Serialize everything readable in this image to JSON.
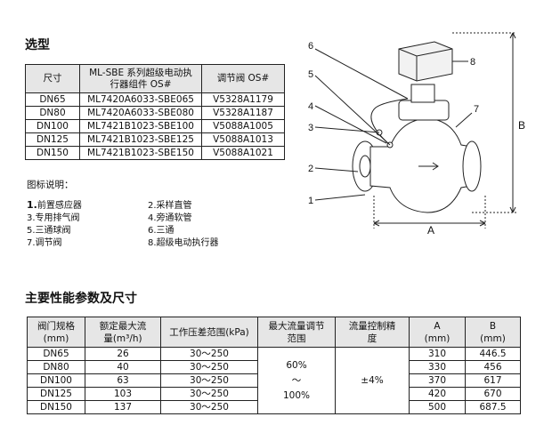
{
  "selection": {
    "title": "选型",
    "headers": [
      "尺寸",
      "ML-SBE 系列超级电动执行器组件 OS#",
      "调节阀 OS#"
    ],
    "header_line1": "ML-SBE 系列超级电动执",
    "header_line2": "行器组件 OS#",
    "rows": [
      [
        "DN65",
        "ML7420A6033-SBE065",
        "V5328A1179"
      ],
      [
        "DN80",
        "ML7420A6033-SBE080",
        "V5328A1187"
      ],
      [
        "DN100",
        "ML7421B1023-SBE100",
        "V5088A1005"
      ],
      [
        "DN125",
        "ML7421B1023-SBE125",
        "V5088A1013"
      ],
      [
        "DN150",
        "ML7421B1023-SBE150",
        "V5088A1021"
      ]
    ]
  },
  "legend": {
    "title": "图标说明：",
    "items": [
      {
        "num": "1.",
        "text": "前置感应器"
      },
      {
        "num": "2.",
        "text": "采样直管"
      },
      {
        "num": "3.",
        "text": "专用排气阀"
      },
      {
        "num": "4.",
        "text": "旁通软管"
      },
      {
        "num": "5.",
        "text": "三通球阀"
      },
      {
        "num": "6.",
        "text": "三通"
      },
      {
        "num": "7.",
        "text": "调节阀"
      },
      {
        "num": "8.",
        "text": "超级电动执行器"
      }
    ]
  },
  "diagram": {
    "callouts": [
      "1",
      "2",
      "3",
      "4",
      "5",
      "6",
      "7",
      "8"
    ],
    "dim_a": "A",
    "dim_b": "B"
  },
  "performance": {
    "title": "主要性能参数及尺寸",
    "headers": {
      "c1": [
        "阀门规格",
        "(mm)"
      ],
      "c2": [
        "额定最大流",
        "量(m³/h)"
      ],
      "c3": "工作压差范围(kPa)",
      "c4": [
        "最大流量调节",
        "范围"
      ],
      "c5": [
        "流量控制精",
        "度"
      ],
      "c6": [
        "A",
        "(mm)"
      ],
      "c7": [
        "B",
        "(mm)"
      ]
    },
    "rows": [
      {
        "size": "DN65",
        "flow": "26",
        "dp": "30～250",
        "a": "310",
        "b": "446.5"
      },
      {
        "size": "DN80",
        "flow": "40",
        "dp": "30～250",
        "a": "330",
        "b": "456"
      },
      {
        "size": "DN100",
        "flow": "63",
        "dp": "30～250",
        "a": "370",
        "b": "617"
      },
      {
        "size": "DN125",
        "flow": "103",
        "dp": "30～250",
        "a": "420",
        "b": "670"
      },
      {
        "size": "DN150",
        "flow": "137",
        "dp": "30～250",
        "a": "500",
        "b": "687.5"
      }
    ],
    "range": [
      "60%",
      "～",
      "100%"
    ],
    "accuracy": "±4%"
  }
}
